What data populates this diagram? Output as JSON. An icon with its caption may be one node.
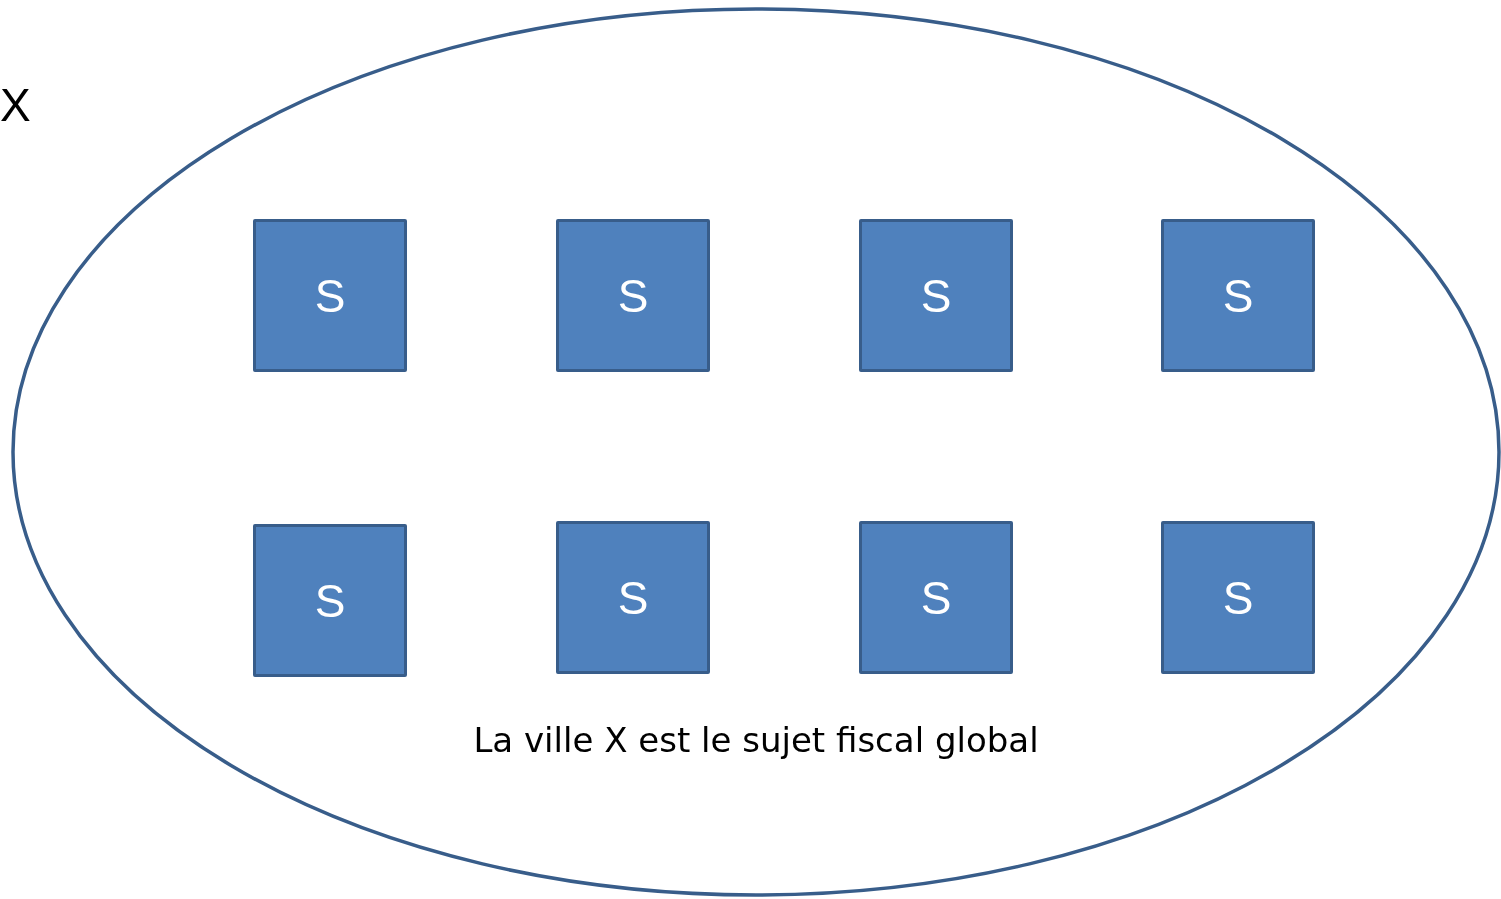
{
  "diagram": {
    "nodes": [
      {
        "text": [
          "La ville X est le sujet fiscal global"
        ]
      },
      {
        "text": [
          "S"
        ],
        "in": 0
      },
      {
        "text": [
          "S"
        ],
        "in": 0
      },
      {
        "text": [
          "S"
        ],
        "in": 0
      },
      {
        "text": [
          "S"
        ],
        "in": 0
      },
      {
        "text": [
          "S"
        ],
        "in": 0
      },
      {
        "text": [
          "S"
        ],
        "in": 0
      },
      {
        "text": [
          "S"
        ],
        "in": 0
      },
      {
        "text": [
          "S"
        ],
        "in": 0
      }
    ],
    "labels": [
      "X"
    ]
  }
}
